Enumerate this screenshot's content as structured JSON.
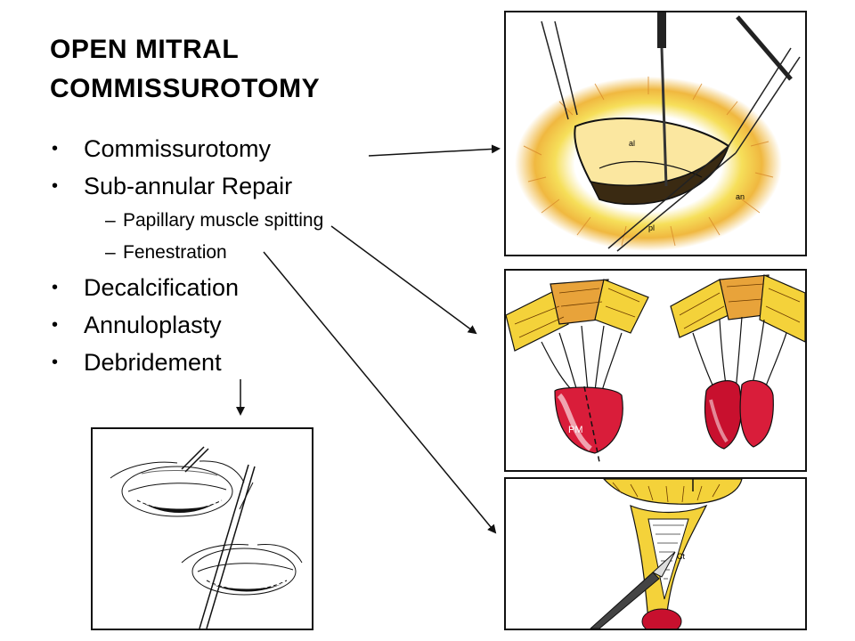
{
  "slide": {
    "title_line1": "OPEN MITRAL",
    "title_line2": "COMMISSUROTOMY",
    "items": [
      {
        "level": 1,
        "marker": "•",
        "text": "Commissurotomy"
      },
      {
        "level": 1,
        "marker": "•",
        "text": "Sub-annular Repair"
      },
      {
        "level": 2,
        "marker": "–",
        "text": "Papillary muscle spitting"
      },
      {
        "level": 2,
        "marker": "–",
        "text": "Fenestration"
      },
      {
        "level": 1,
        "marker": "•",
        "text": "Decalcification"
      },
      {
        "level": 1,
        "marker": "•",
        "text": "Annuloplasty"
      },
      {
        "level": 1,
        "marker": "•",
        "text": "Debridement"
      }
    ]
  },
  "figures": {
    "commissurotomy": {
      "labels": [
        "al",
        "pl",
        "an"
      ]
    },
    "papillary_split": {
      "labels": [
        "PM"
      ]
    },
    "fenestration": {
      "labels": [
        "Ct"
      ]
    }
  },
  "colors": {
    "leaflet_yellow": "#f4d23a",
    "leaflet_orange": "#e8a33a",
    "muscle_red": "#c8102e",
    "ink": "#111111"
  }
}
